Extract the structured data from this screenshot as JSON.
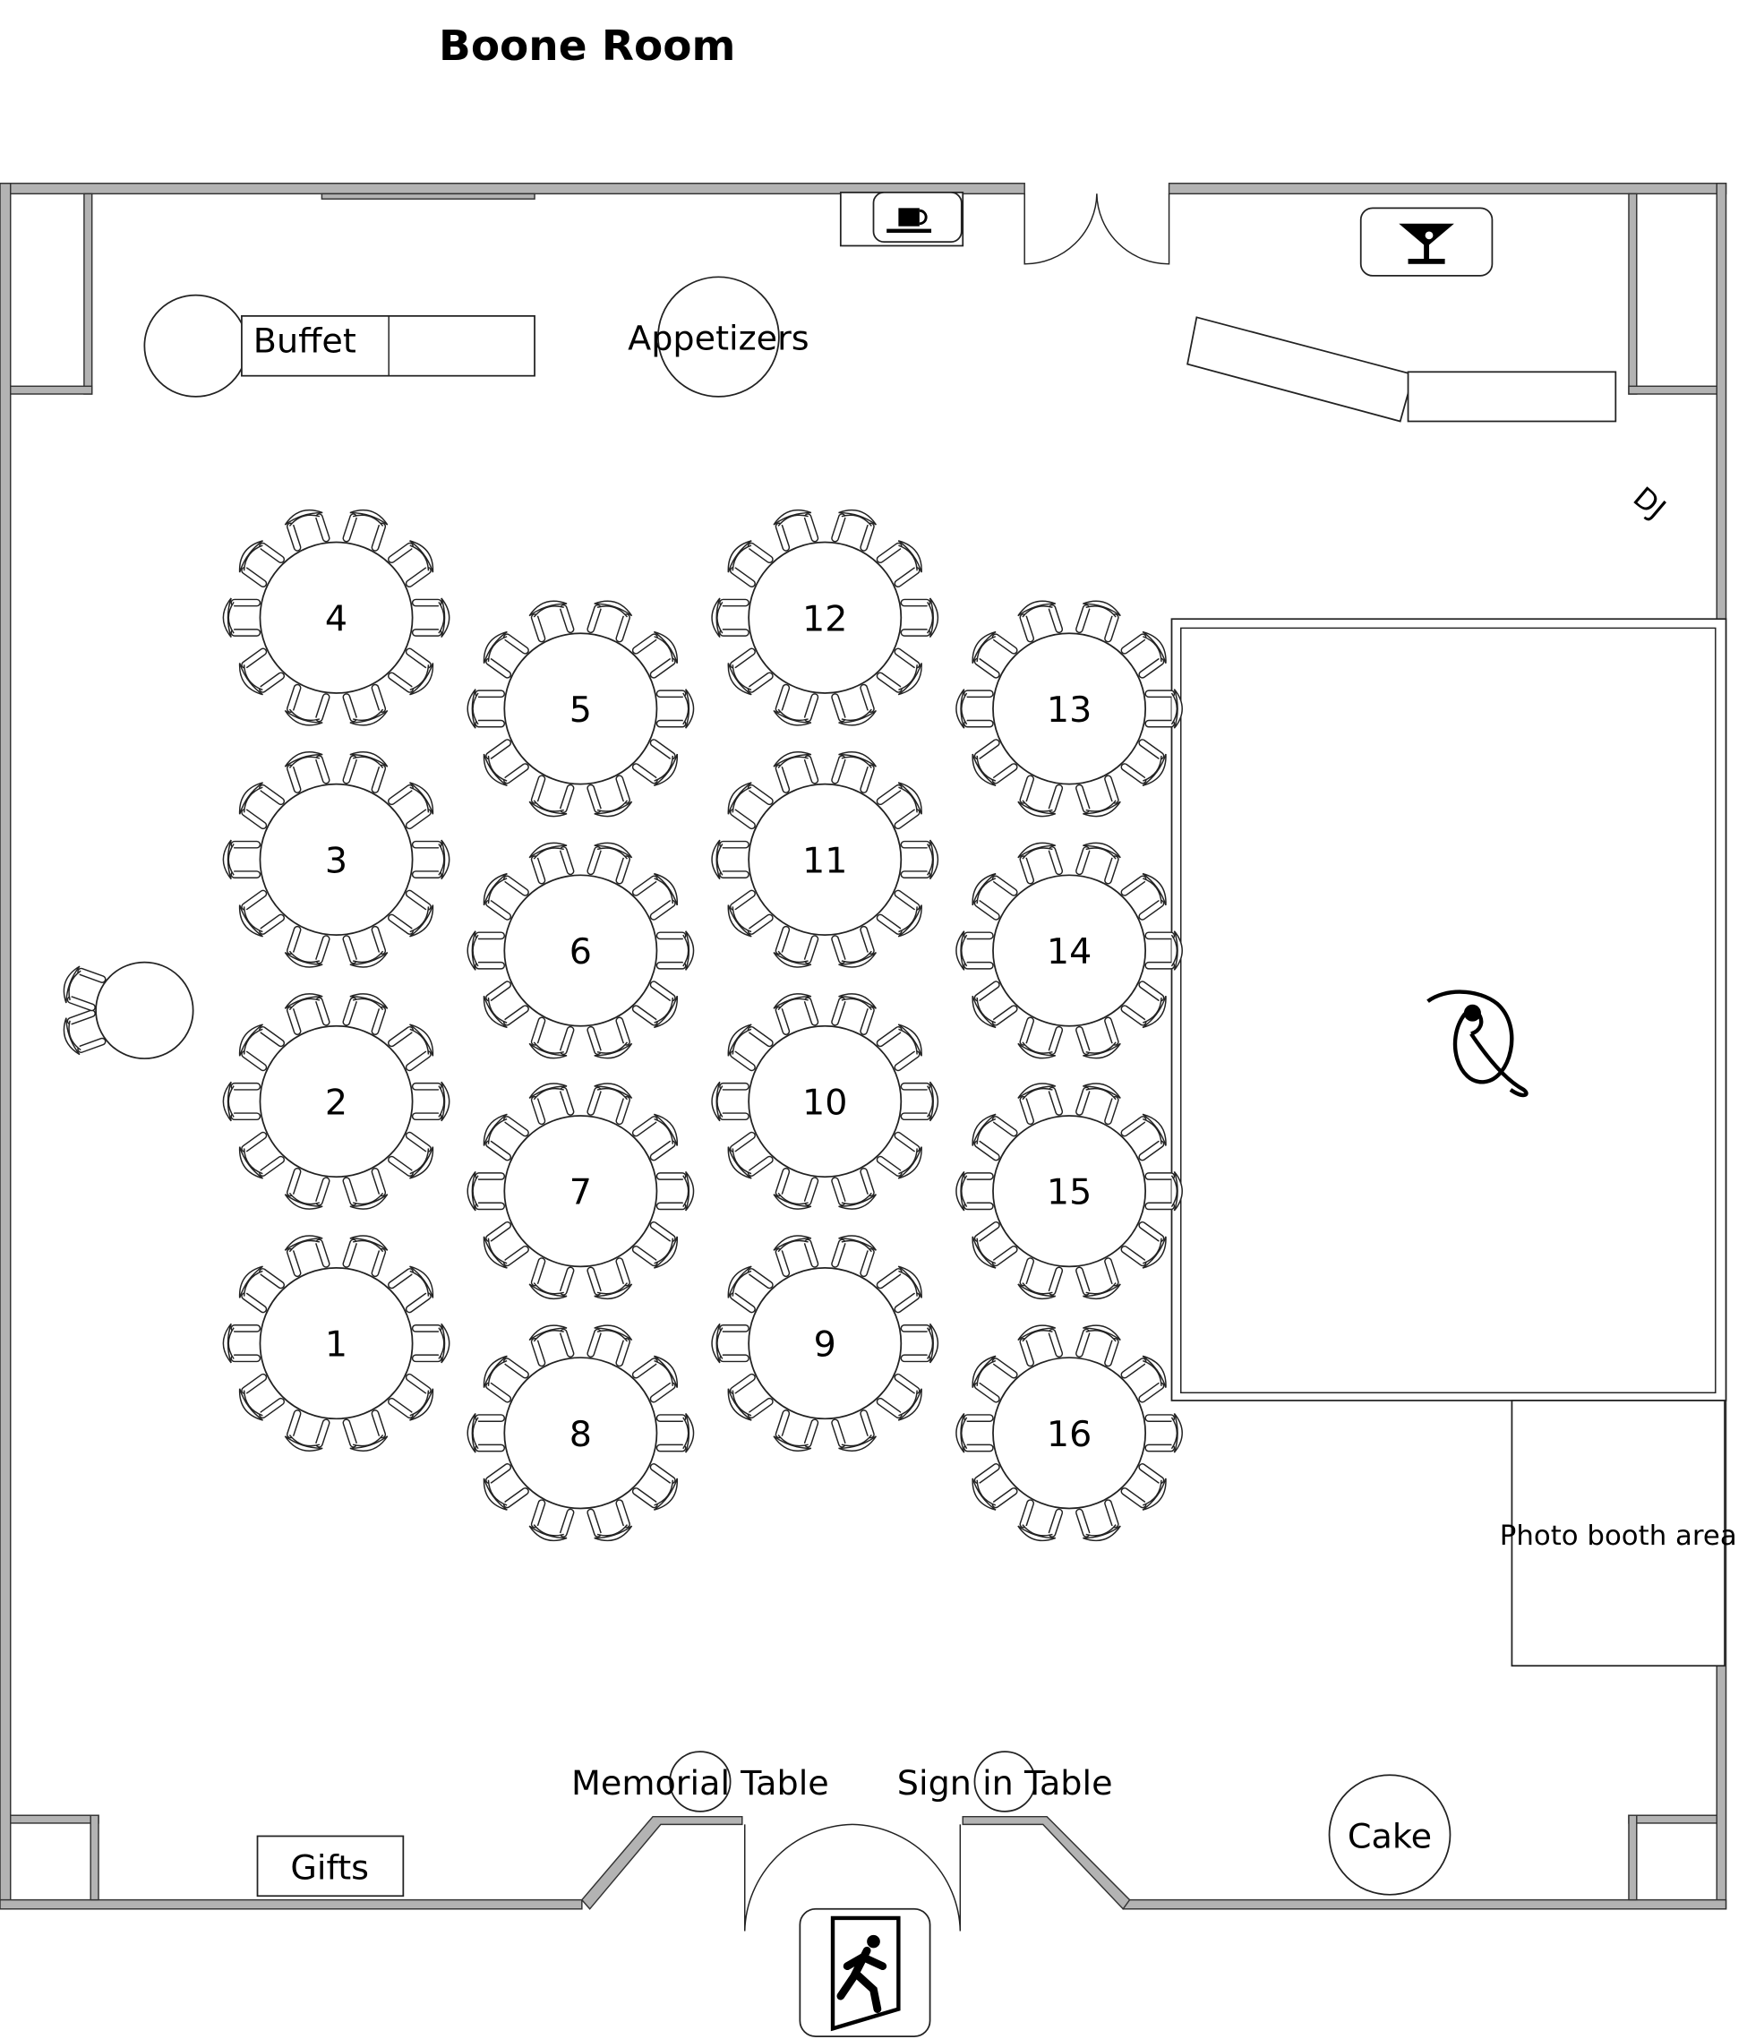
{
  "title": "Boone Room",
  "labels": {
    "buffet": "Buffet",
    "appetizers": "Appetizers",
    "dj": "DJ",
    "photo_booth": "Photo booth area",
    "memorial_table": "Memorial Table",
    "sign_in_table": "Sign in Table",
    "cake": "Cake",
    "gifts": "Gifts"
  },
  "tables": [
    "1",
    "2",
    "3",
    "4",
    "5",
    "6",
    "7",
    "8",
    "9",
    "10",
    "11",
    "12",
    "13",
    "14",
    "15",
    "16"
  ],
  "chairs_per_table": 10,
  "icons": [
    "coffee-icon",
    "cocktail-bar-icon",
    "emergency-exit-icon",
    "monogram-logo"
  ]
}
